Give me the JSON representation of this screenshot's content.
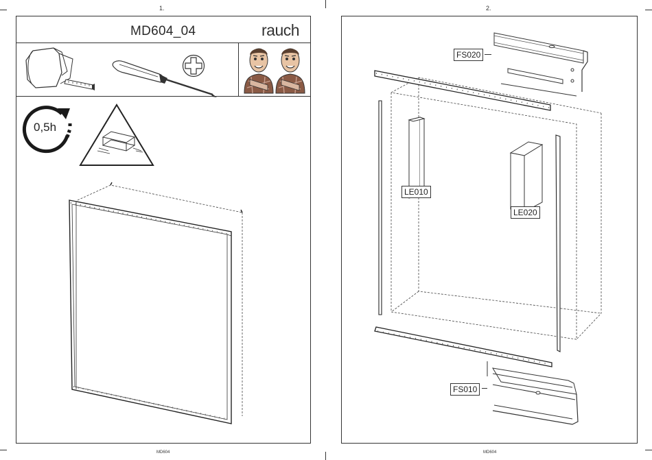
{
  "pages": {
    "left": {
      "number": "1.",
      "footer": "MD604"
    },
    "right": {
      "number": "2.",
      "footer": "MD604"
    }
  },
  "header": {
    "model": "MD604_04",
    "brand": "rauch"
  },
  "tools": {
    "items": [
      "tape-measure-icon",
      "screwdriver-icon",
      "phillips-head-icon"
    ],
    "persons": 2
  },
  "assembly": {
    "time": "0,5h"
  },
  "parts": {
    "fs020": "FS020",
    "le010": "LE010",
    "le020": "LE020",
    "fs010": "FS010"
  }
}
